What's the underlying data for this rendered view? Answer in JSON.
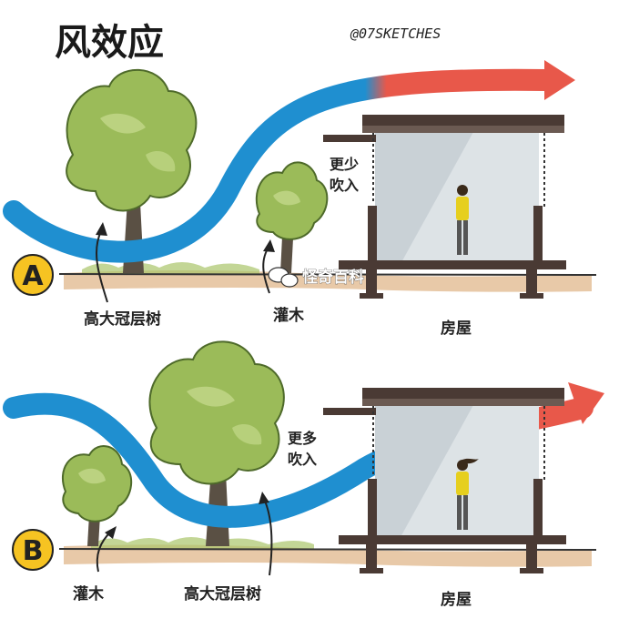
{
  "title": "风效应",
  "credit": "@07SKETCHES",
  "watermark": "怪奇百科",
  "colors": {
    "wind_blue": "#1f8fd0",
    "wind_red": "#e8584a",
    "foliage": "#9bbb59",
    "foliage_light": "#c3d88a",
    "trunk": "#5a5044",
    "ground": "#e8c9a8",
    "house_wall": "#4a3a34",
    "house_glass": "#dde3e6",
    "person_shirt": "#e6cf1e",
    "person_pants": "#555555"
  },
  "panel_a": {
    "badge": "A",
    "tree_label": "高大冠层树",
    "shrub_label": "灌木",
    "house_label": "房屋",
    "wind_note_line1": "更少",
    "wind_note_line2": "吹入"
  },
  "panel_b": {
    "badge": "B",
    "tree_label": "高大冠层树",
    "shrub_label": "灌木",
    "house_label": "房屋",
    "wind_note_line1": "更多",
    "wind_note_line2": "吹入"
  }
}
